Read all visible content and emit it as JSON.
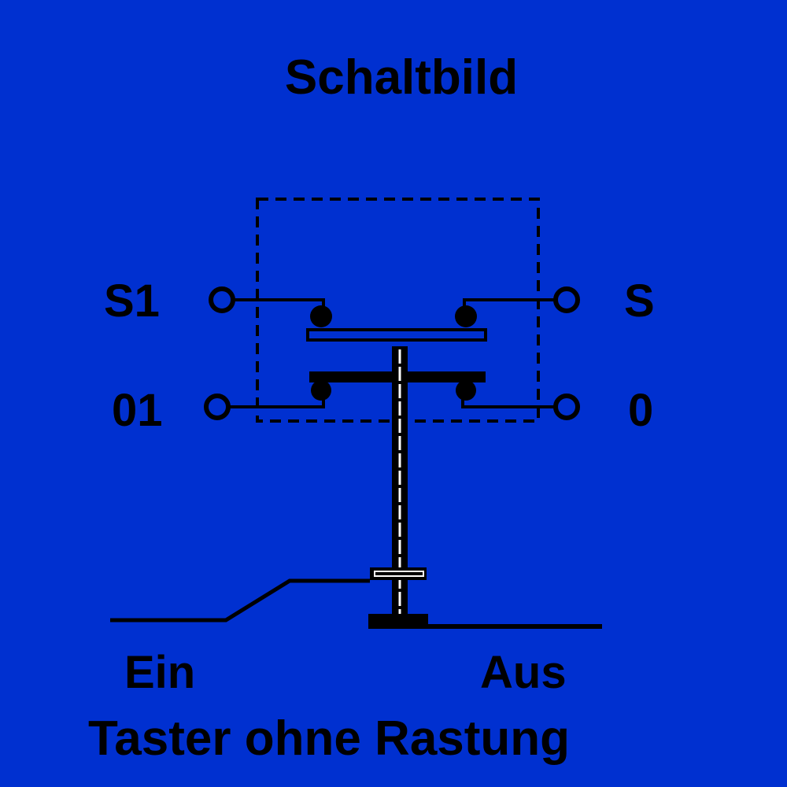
{
  "title": "Schaltbild",
  "terminals": {
    "top_left": "S1",
    "top_right": "S",
    "bottom_left": "01",
    "bottom_right": "0"
  },
  "positions": {
    "on": "Ein",
    "off": "Aus"
  },
  "caption": "Taster ohne Rastung",
  "colors": {
    "background": "#0030D0",
    "ink": "#000000",
    "highlight": "#FFFFFF"
  }
}
